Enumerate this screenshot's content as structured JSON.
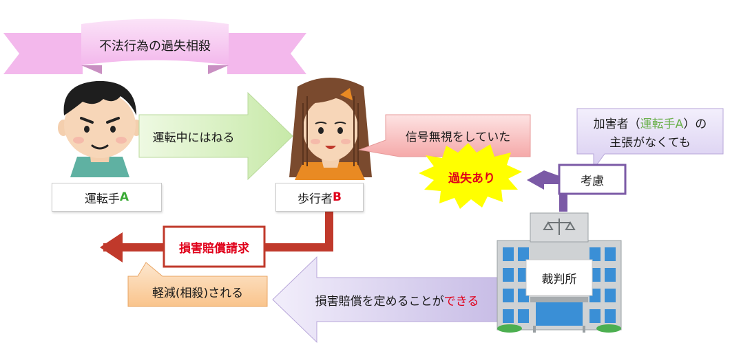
{
  "title": "不法行為の過失相殺",
  "driver": {
    "label_prefix": "運転手",
    "label_letter": "A"
  },
  "pedestrian": {
    "label_prefix": "歩行者",
    "label_letter": "B"
  },
  "hit_arrow_label": "運転中にはねる",
  "speech_signal": "信号無視をしていた",
  "fault_burst": "過失あり",
  "consider_label": "考慮",
  "speech_claim": {
    "line1_prefix": "加害者（",
    "line1_highlight": "運転手A",
    "line1_suffix": "）の",
    "line2": "主張がなくても"
  },
  "damages_claim": "損害賠償請求",
  "reduced_label": "軽減(相殺)される",
  "court_label": "裁判所",
  "court_arrow": {
    "prefix": "損害賠償を定めることが",
    "highlight": "できる"
  },
  "colors": {
    "banner": "#f7c8f0",
    "hit_arrow": "#d9f2c2",
    "speech_signal": "#f9c9c9",
    "burst": "#ffff00",
    "purple": "#7b5aa6",
    "claim_arrow": "#c0392b",
    "reduced_box": "#fcd9b6",
    "court_arrow": "#d9d0ee",
    "accent_green": "#3aaa35",
    "accent_red": "#e0001a"
  }
}
